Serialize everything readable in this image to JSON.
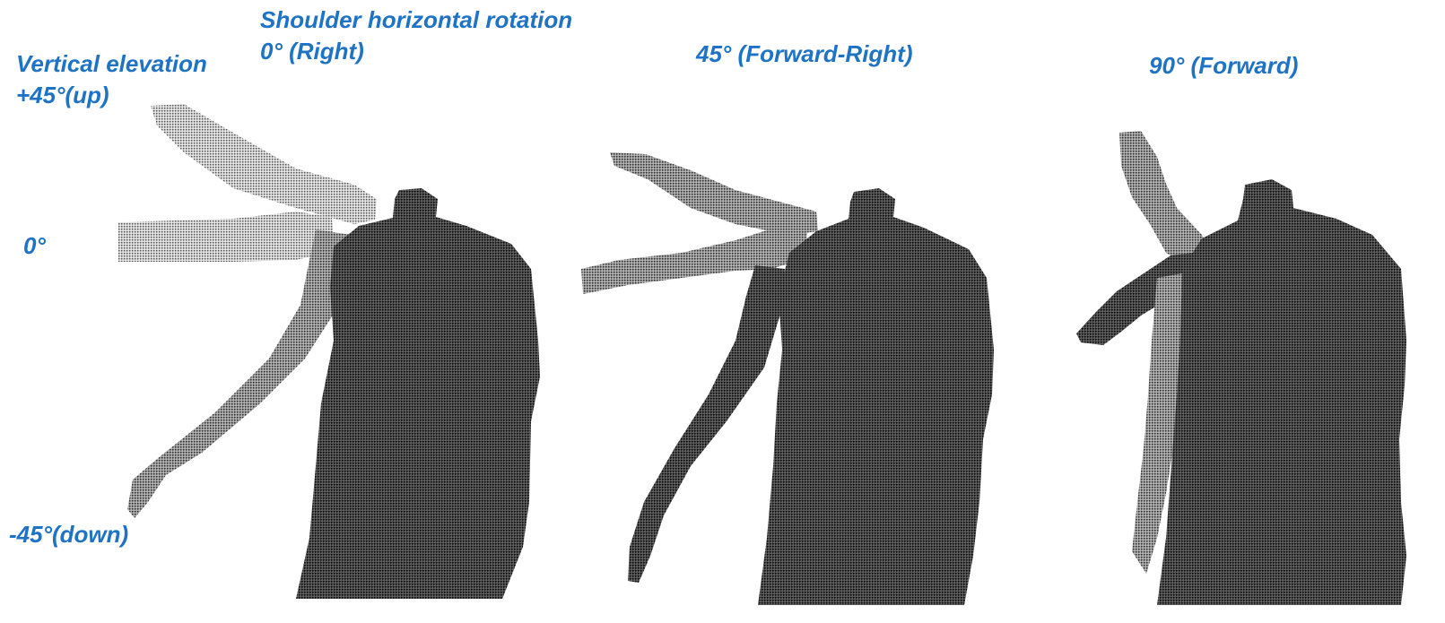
{
  "labels": {
    "vertical_title": "Vertical elevation",
    "vertical_up": "+45°(up)",
    "vertical_zero": "0°",
    "vertical_down": "-45°(down)",
    "horizontal_title": "Shoulder horizontal rotation",
    "horizontal_right": "0°  (Right)",
    "horizontal_forward_right": "45°  (Forward-Right)",
    "horizontal_forward": "90°  (Forward)"
  },
  "colors": {
    "label": "#1f73c4",
    "body": "#1a1a1a",
    "arm_light": "#8c8c8c",
    "arm_mid": "#5a5a5a"
  },
  "panels": [
    {
      "name": "right",
      "arm_positions": [
        "up",
        "level",
        "down"
      ]
    },
    {
      "name": "forward-right",
      "arm_positions": [
        "up",
        "level",
        "down"
      ]
    },
    {
      "name": "forward",
      "arm_positions": [
        "up",
        "level",
        "down"
      ]
    }
  ]
}
